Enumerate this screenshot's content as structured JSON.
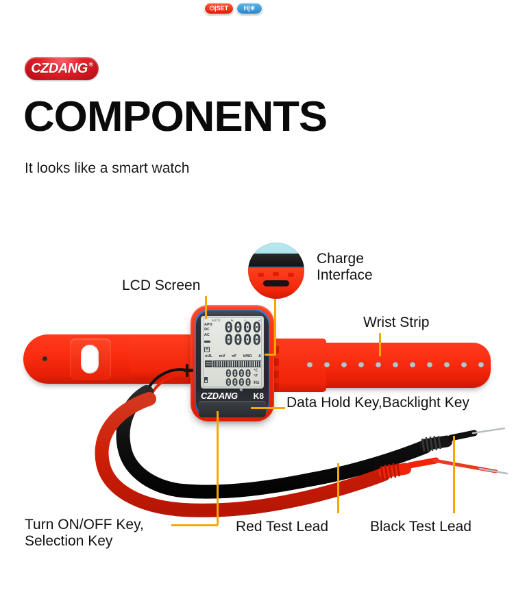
{
  "brand": {
    "logo_text": "CZDANG",
    "registered": "®"
  },
  "header": {
    "title": "COMPONENTS",
    "subtitle": "It looks like a smart watch"
  },
  "callouts": [
    {
      "id": "lcd-screen",
      "label": "LCD Screen"
    },
    {
      "id": "charge-interface",
      "label": "Charge\nInterface"
    },
    {
      "id": "wrist-strip",
      "label": "Wrist Strip"
    },
    {
      "id": "data-hold",
      "label": "Data Hold Key,Backlight Key"
    },
    {
      "id": "power-select",
      "label": "Turn ON/OFF Key,\nSelection Key"
    },
    {
      "id": "red-lead",
      "label": "Red Test Lead"
    },
    {
      "id": "black-lead",
      "label": "Black Test Lead"
    }
  ],
  "device": {
    "brand_name": "CZDANG",
    "brand_registered": "®",
    "model": "K8",
    "power_button_label": "⏻|SET",
    "hold_button_label": "H|☀",
    "lcd": {
      "top_flags": [
        "AUTO",
        "↹",
        "⋅|⋅",
        "→|"
      ],
      "left_flags": [
        "APO",
        "DC",
        "AC"
      ],
      "main_value": "0000",
      "secondary_value": "0000",
      "hold_flag": "H",
      "units": [
        "nUL",
        "mV",
        "nF",
        "kMΩ",
        "A"
      ],
      "temp_value": "0000",
      "temp_units": [
        "°C",
        "°F"
      ],
      "freq_value": "0000",
      "freq_unit": "Hz"
    }
  },
  "colors": {
    "brand_red": "#e4232c",
    "device_red": "#f8290c",
    "leader_orange": "#f5a800",
    "accent_blue": "#2b86c9",
    "text_dark": "#111111",
    "lcd_bg": "#dfe3dc"
  },
  "strap": {
    "hole_count": 11
  }
}
